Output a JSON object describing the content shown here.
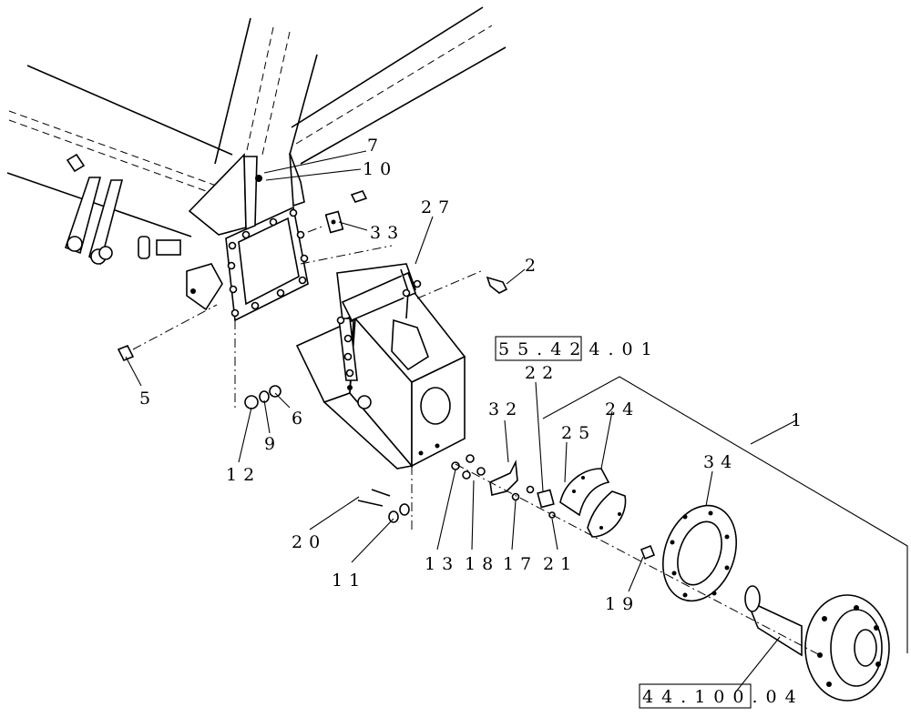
{
  "callouts": {
    "c1": "1",
    "c2": "2",
    "c5": "5",
    "c6": "6",
    "c7": "7",
    "c9": "9",
    "c10": "10",
    "c11": "11",
    "c12": "12",
    "c13": "13",
    "c17": "17",
    "c18": "18",
    "c19": "19",
    "c20": "20",
    "c21": "21",
    "c22": "22",
    "c24": "24",
    "c25": "25",
    "c27": "27",
    "c32": "32",
    "c33": "33",
    "c34": "34"
  },
  "references": {
    "ref_top": "55.424.01",
    "ref_bottom": "44.100.04"
  }
}
